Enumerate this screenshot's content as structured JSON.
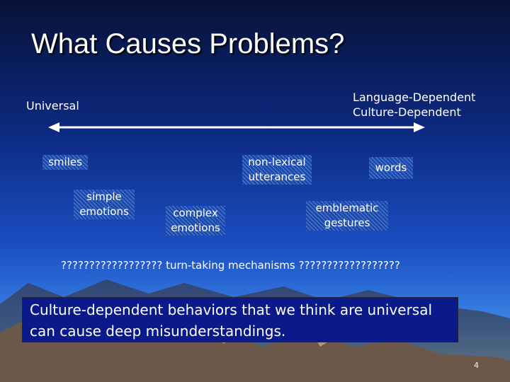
{
  "slide": {
    "title": "What Causes Problems?",
    "page_number": "4"
  },
  "scale": {
    "left_label": "Universal",
    "right_label_line1": "Language-Dependent",
    "right_label_line2": "Culture-Dependent"
  },
  "items": {
    "smiles": "smiles",
    "simple_emotions_1": "simple",
    "simple_emotions_2": "emotions",
    "complex_emotions_1": "complex",
    "complex_emotions_2": "emotions",
    "nonlexical_1": "non-lexical",
    "nonlexical_2": "utterances",
    "words": "words",
    "emblematic_1": "emblematic",
    "emblematic_2": "gestures"
  },
  "turn_taking": "?????????????????? turn-taking mechanisms ??????????????????",
  "callout": {
    "line1": "Culture-dependent behaviors that we think are universal",
    "line2": "can cause deep misunderstandings."
  },
  "colors": {
    "background_top": "#071238",
    "background_bottom": "#9bd3f4",
    "callout_fill": "#0a1a8a",
    "box_fill": "#1d4aa8"
  }
}
